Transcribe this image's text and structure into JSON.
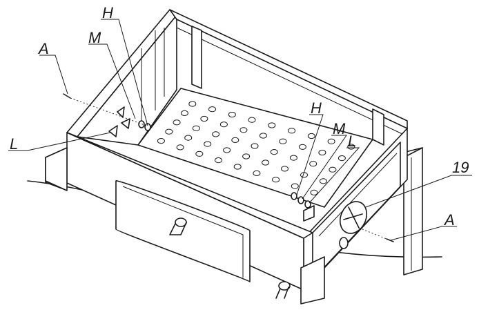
{
  "figure": {
    "callouts": {
      "a_left": "A",
      "m_left": "M",
      "h_left": "H",
      "l_left": "L",
      "h_right": "H",
      "m_right": "M",
      "l_right": "L",
      "part_19": "19",
      "a_right": "A"
    }
  }
}
